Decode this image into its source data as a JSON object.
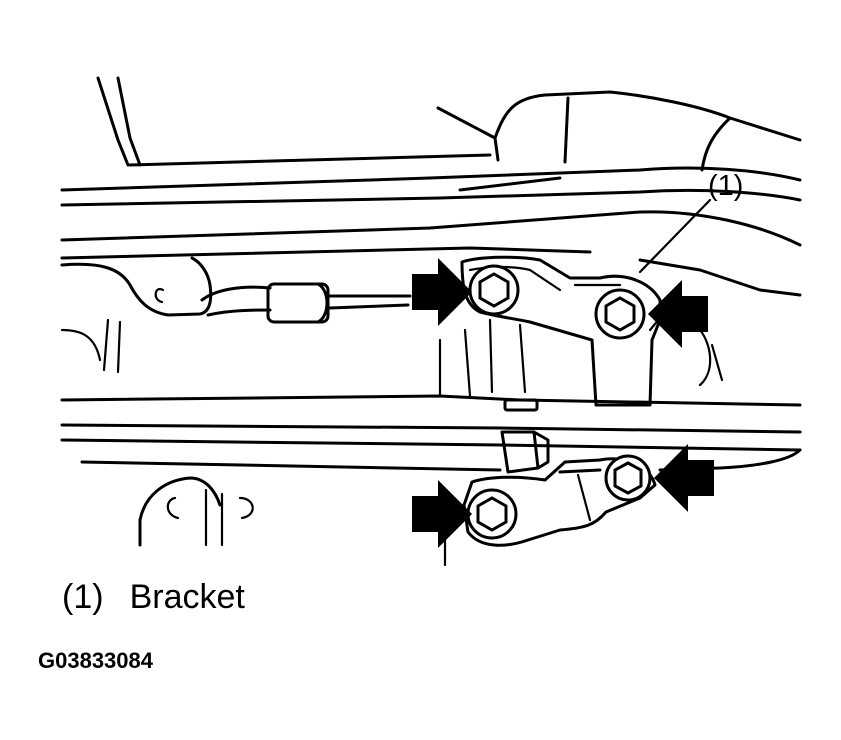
{
  "diagram": {
    "callout_marker": "(1)",
    "legend": [
      {
        "number": "(1)",
        "label": "Bracket"
      }
    ],
    "figure_id": "G03833084",
    "icons": [
      "arrow-right-icon",
      "arrow-left-icon",
      "bolt-icon"
    ]
  }
}
